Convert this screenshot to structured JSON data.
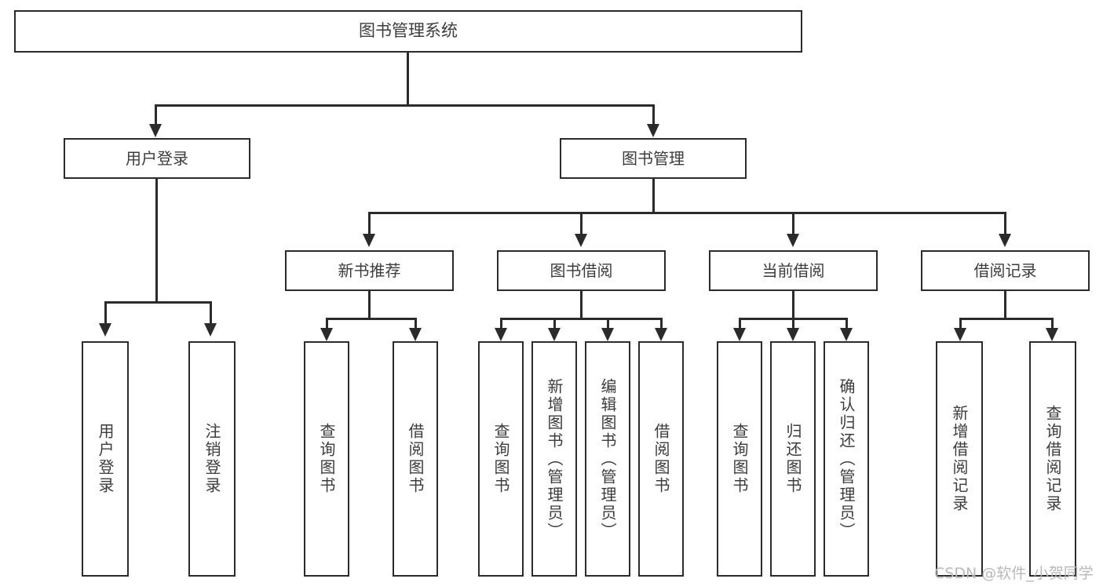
{
  "diagram": {
    "title": "图书管理系统",
    "type": "functional-structure-tree",
    "root": {
      "label": "图书管理系统"
    },
    "level2": [
      {
        "id": "user-login",
        "label": "用户登录"
      },
      {
        "id": "book-manage",
        "label": "图书管理"
      }
    ],
    "level3": [
      {
        "id": "new-book-recommend",
        "label": "新书推荐"
      },
      {
        "id": "book-borrow",
        "label": "图书借阅"
      },
      {
        "id": "current-borrow",
        "label": "当前借阅"
      },
      {
        "id": "borrow-record",
        "label": "借阅记录"
      }
    ],
    "leaves": {
      "user_login": [
        {
          "id": "leaf-user-login",
          "label": "用户登录"
        },
        {
          "id": "leaf-logout",
          "label": "注销登录"
        }
      ],
      "new_book_recommend": [
        {
          "id": "leaf-query-book-1",
          "label": "查询图书"
        },
        {
          "id": "leaf-borrow-book-1",
          "label": "借阅图书"
        }
      ],
      "book_borrow": [
        {
          "id": "leaf-query-book-2",
          "label": "查询图书"
        },
        {
          "id": "leaf-add-book",
          "label": "新增图书（管理员）"
        },
        {
          "id": "leaf-edit-book",
          "label": "编辑图书（管理员）"
        },
        {
          "id": "leaf-borrow-book-2",
          "label": "借阅图书"
        }
      ],
      "current_borrow": [
        {
          "id": "leaf-query-book-3",
          "label": "查询图书"
        },
        {
          "id": "leaf-return-book",
          "label": "归还图书"
        },
        {
          "id": "leaf-confirm-return",
          "label": "确认归还（管理员）"
        }
      ],
      "borrow_record": [
        {
          "id": "leaf-add-record",
          "label": "新增借阅记录"
        },
        {
          "id": "leaf-query-record",
          "label": "查询借阅记录"
        }
      ]
    }
  },
  "watermark": {
    "text": "CSDN @软件_小贺同学"
  },
  "colors": {
    "line": "#2b2b2b",
    "text": "#3c3c3c",
    "background": "#ffffff",
    "watermark": "#b9b9b9"
  }
}
